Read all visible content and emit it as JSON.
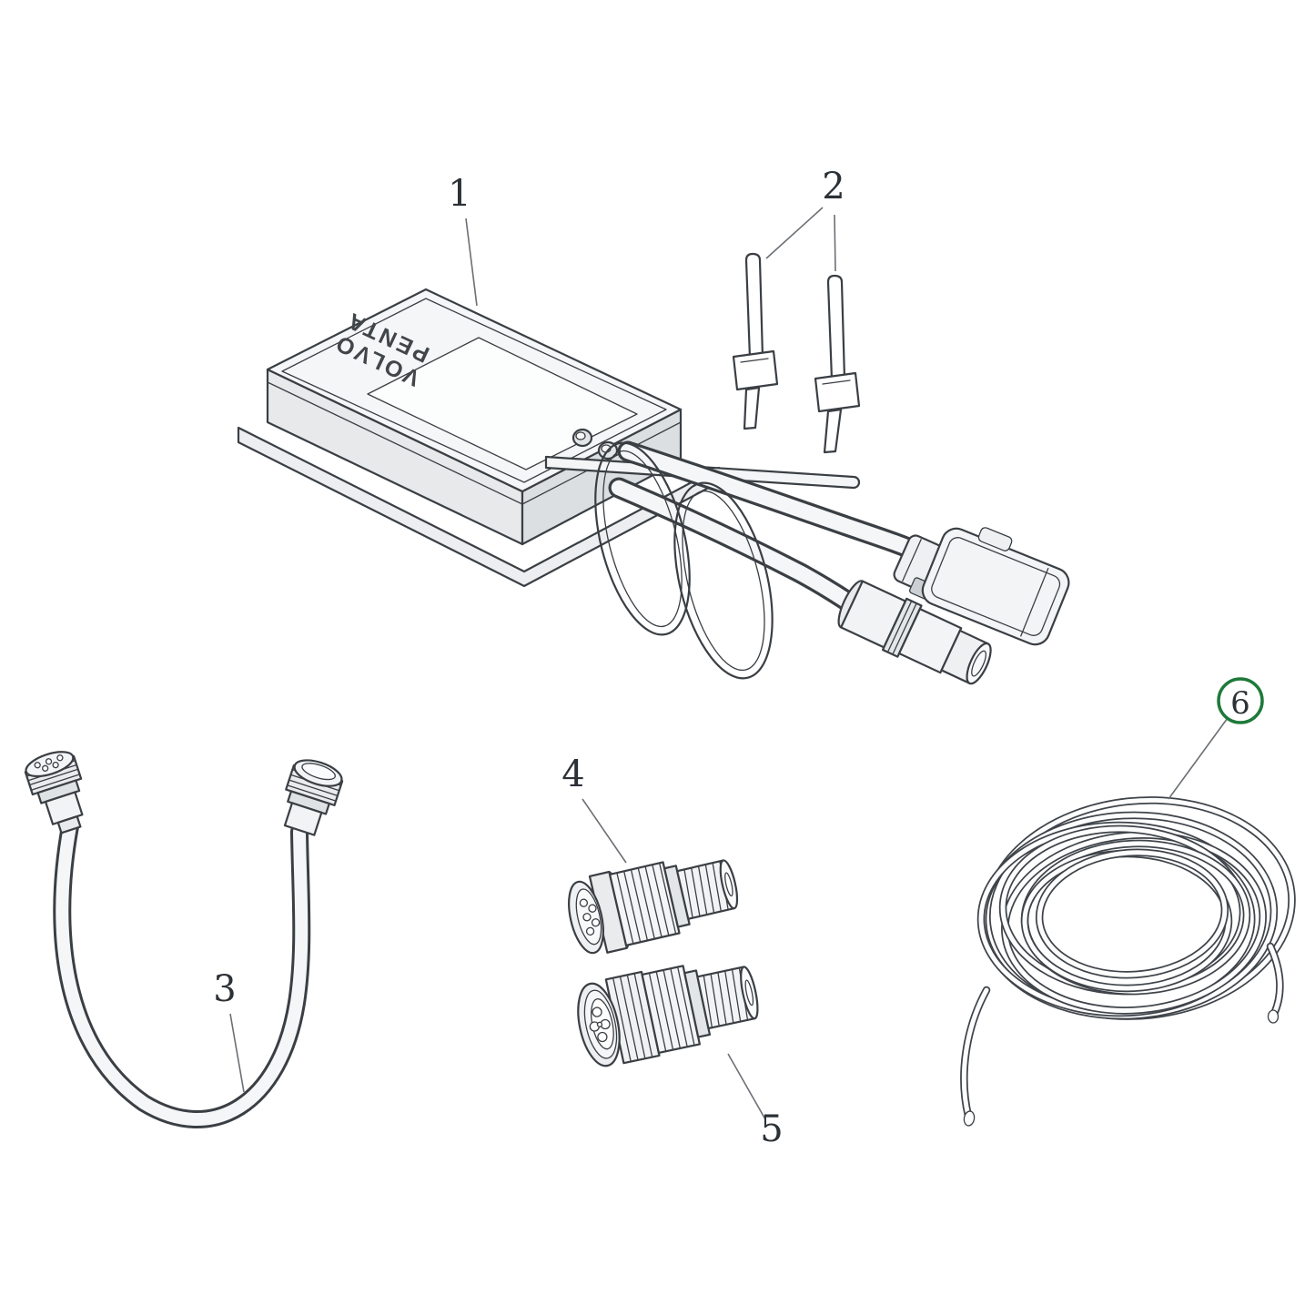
{
  "diagram": {
    "background": "#ffffff",
    "line_color": "#3a3f44",
    "highlight_color": "#1e7a3a",
    "brand": {
      "line1": "VOLVO",
      "line2": "PENTA"
    },
    "callouts": [
      "1",
      "2",
      "3",
      "4",
      "5",
      "6"
    ]
  }
}
